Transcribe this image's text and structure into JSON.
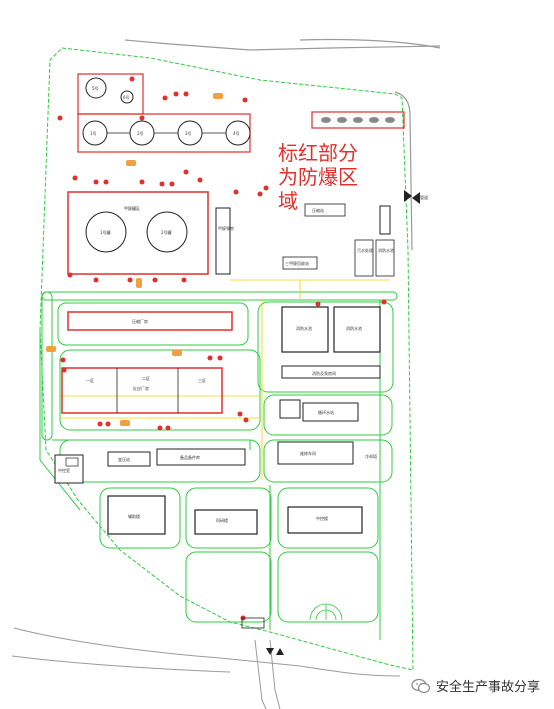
{
  "warning": {
    "lines": [
      "标红部分",
      "为防爆区",
      "域"
    ]
  },
  "areas": {
    "sphere_5": "5号",
    "sphere_6": "6号",
    "sphere_1": "1号",
    "sphere_2": "2号",
    "sphere_3": "3号",
    "sphere_4": "4号",
    "tank_zone": "甲醇罐区",
    "tank_1": "1号罐",
    "tank_2": "2号罐",
    "pump_room": "甲醇泵房",
    "pressure_station": "压缩站",
    "methanol_recovery": "三甲醇回收站",
    "sewage": "污水处理",
    "fire_pool_small": "消防水池",
    "cracking_workshop": "压缩厂房",
    "fire_pool_1": "消防水池",
    "fire_pool_2": "消防水池",
    "zone_1": "一区",
    "zone_2": "二区",
    "zone_3": "三区",
    "reaction_workshop": "反应厂房",
    "fire_pump_room": "消防及泵房间",
    "circ_pool": "循环水站",
    "control_room": "中控室",
    "substation": "变压站",
    "spare_warehouse": "备品备件库",
    "repair_workshop": "维修车间",
    "cooling": "冷却塔",
    "office": "辅助楼",
    "research": "科研楼",
    "center": "中控楼",
    "gate_label": "管道"
  },
  "footer": {
    "text": "安全生产事故分享"
  },
  "colors": {
    "hazard_red": "#e0302c",
    "road_green": "#2ecc40",
    "yellow": "#f2d100",
    "orange": "#f0a040"
  }
}
